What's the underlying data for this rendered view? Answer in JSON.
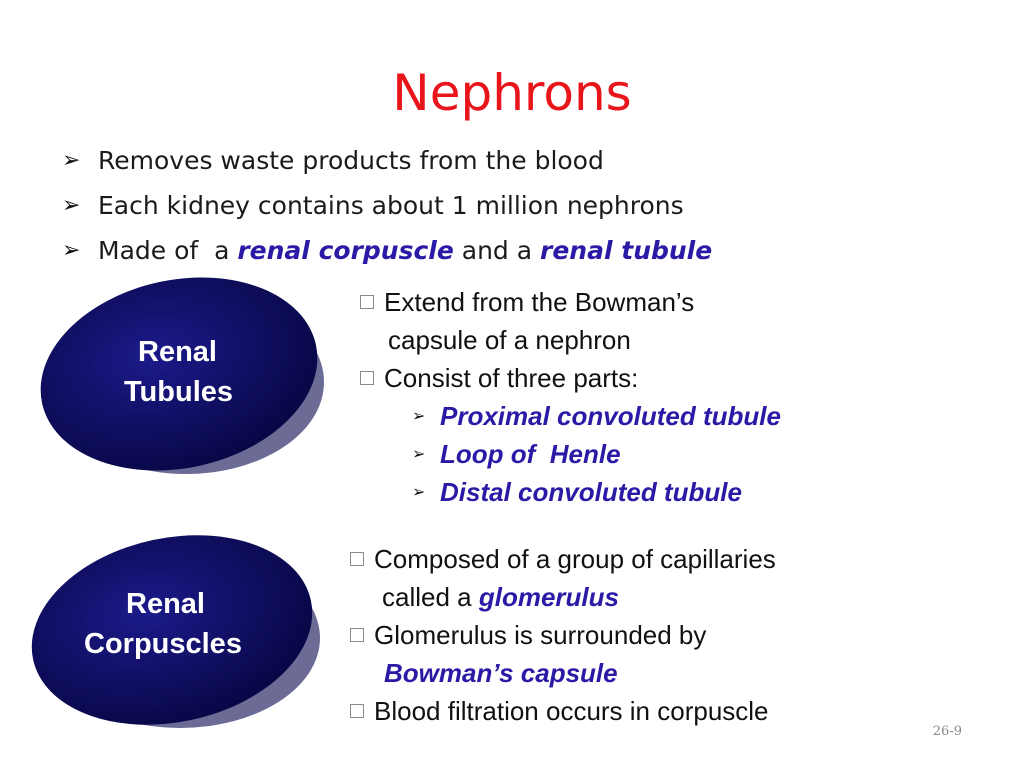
{
  "title": "Nephrons",
  "main_bullets": [
    {
      "text": "Removes waste products from the blood"
    },
    {
      "text": "Each kidney contains about 1 million nephrons"
    },
    {
      "prefix": "Made of  a ",
      "em1": "renal corpuscle",
      "mid": " and a ",
      "em2": "renal tubule"
    }
  ],
  "tubules": {
    "oval_line1": "Renal",
    "oval_line2": "Tubules",
    "point1_line1": "Extend from the Bowman’s",
    "point1_line2": "capsule of a nephron",
    "point2": "Consist of three parts:",
    "parts": [
      "Proximal convoluted tubule",
      "Loop of  Henle",
      "Distal convoluted tubule"
    ]
  },
  "corpuscles": {
    "oval_line1": "Renal",
    "oval_line2": "Corpuscles",
    "point1_line1": "Composed of a group of capillaries",
    "point1_line2_prefix": "called a ",
    "point1_line2_em": "glomerulus",
    "point2_line1": "Glomerulus is surrounded by",
    "point2_line2_em": "Bowman’s capsule",
    "point3": "Blood filtration occurs in corpuscle"
  },
  "slide_number": "26-9",
  "colors": {
    "title": "#e8151b",
    "oval": "#0d0b6a",
    "emphasis": "#2a1aa6"
  }
}
